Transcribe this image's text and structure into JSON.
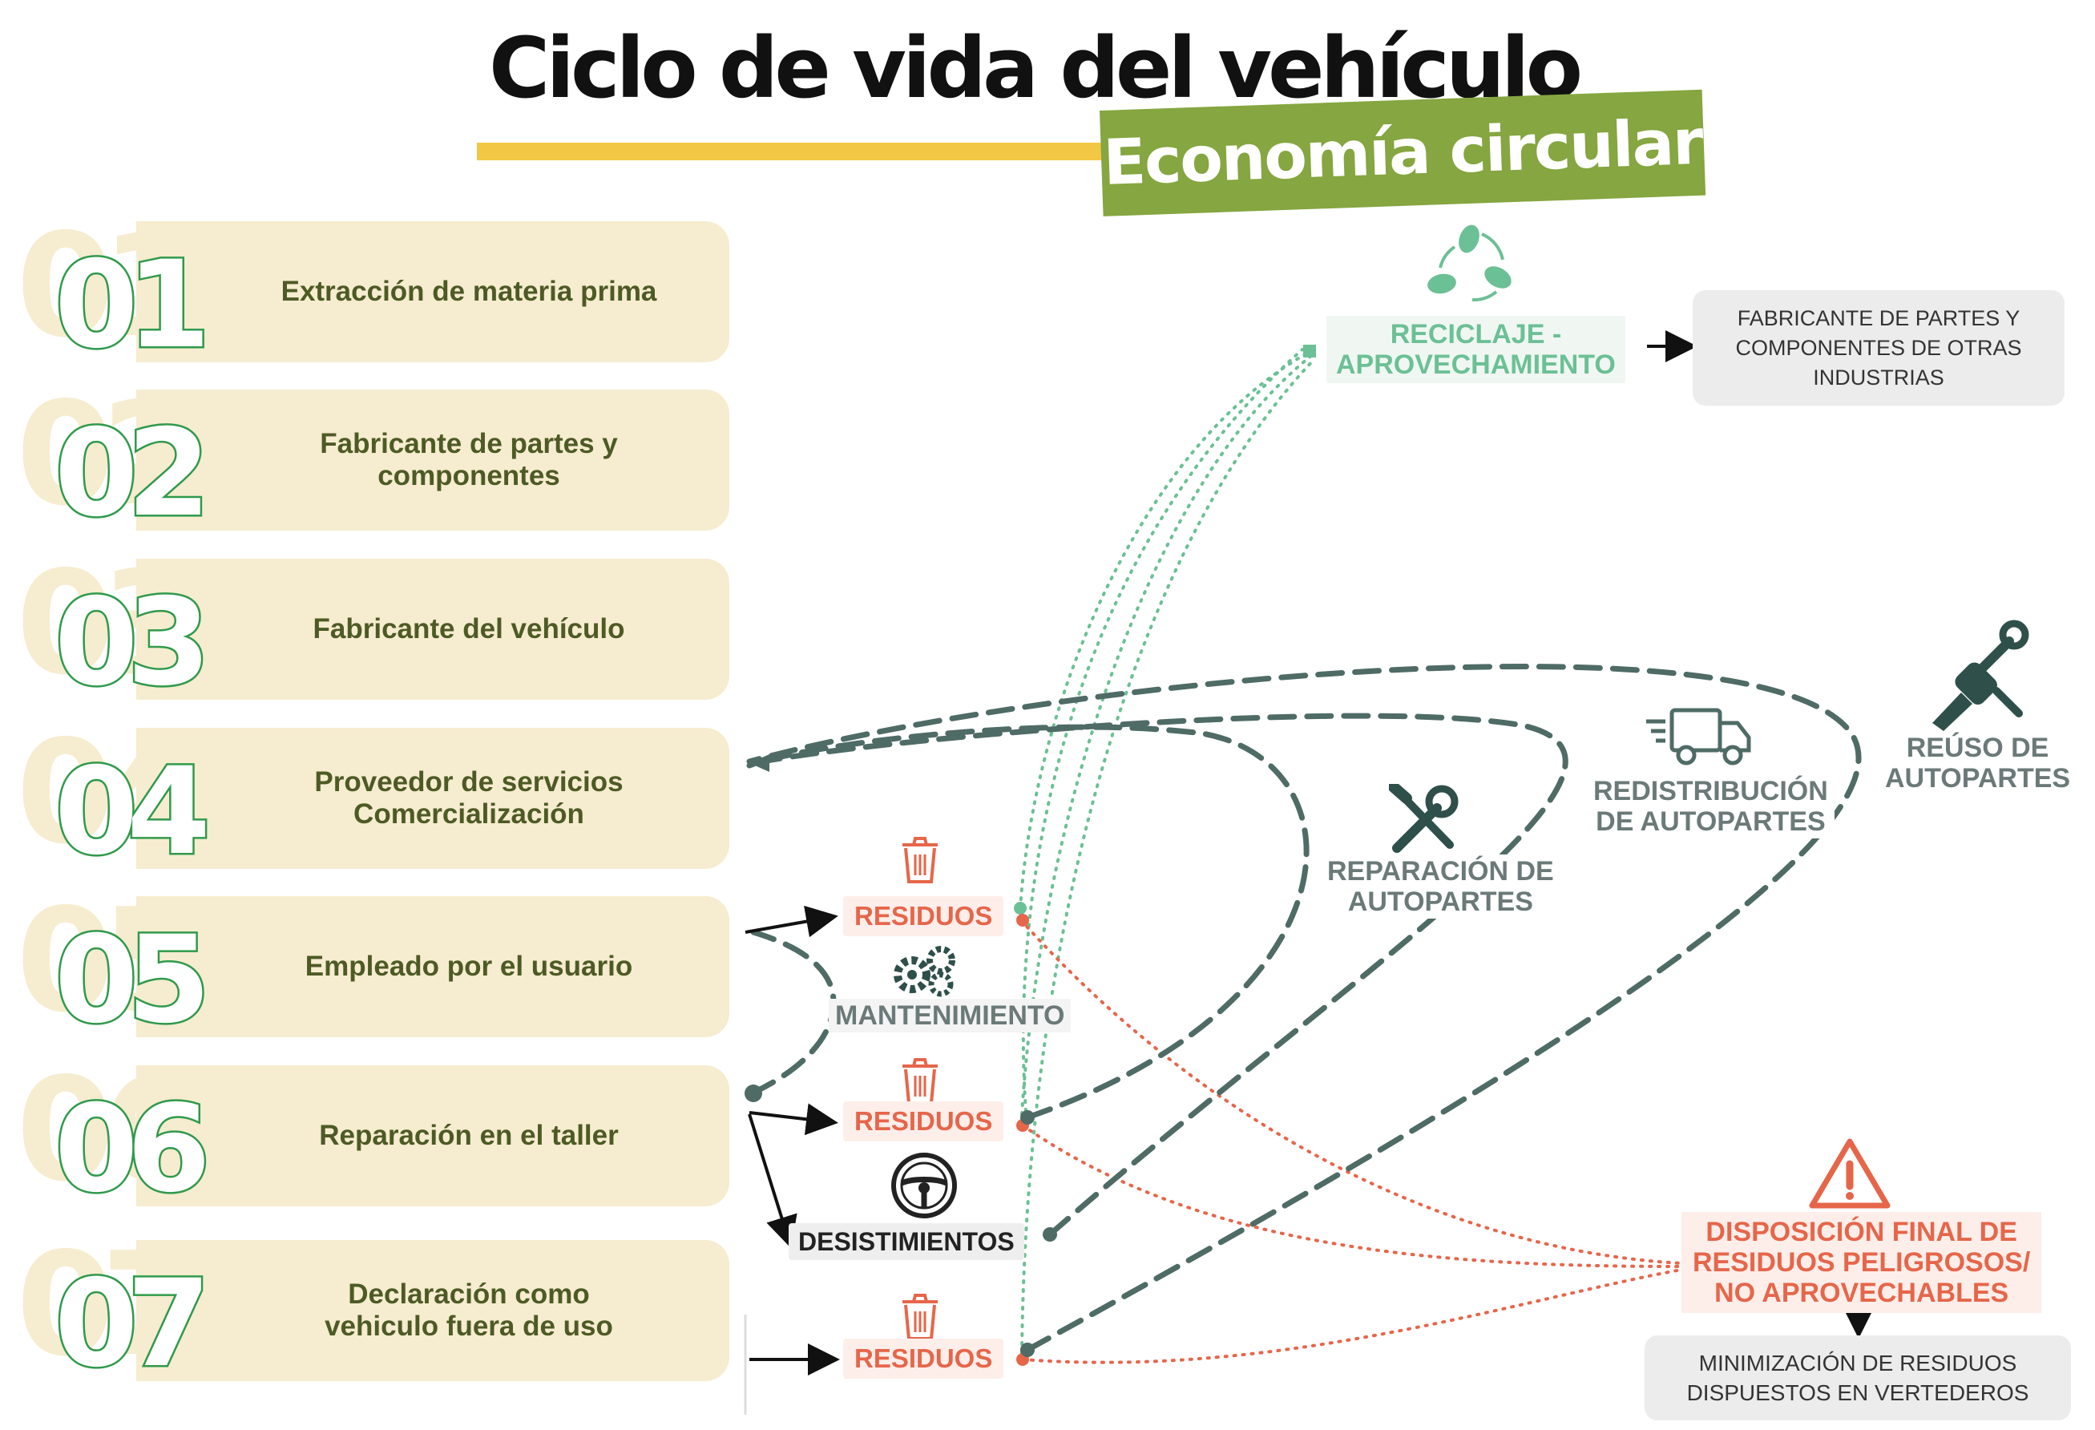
{
  "title": "Ciclo de vida del vehículo",
  "subtitle": "Economía circular",
  "colors": {
    "accent_yellow": "#f2c744",
    "accent_green": "#85a640",
    "stage_number": "#2f9a4b",
    "stage_card": "#f6eccf",
    "stage_text": "#4d5a25",
    "recycle_green": "#6cc095",
    "loop_dark": "#4f6b66",
    "waste_red": "#e6664a"
  },
  "stages": [
    {
      "num": "01",
      "label": "Extracción de materia prima"
    },
    {
      "num": "02",
      "label": "Fabricante de partes y\ncomponentes"
    },
    {
      "num": "03",
      "label": "Fabricante del vehículo"
    },
    {
      "num": "04",
      "label": "Proveedor de servicios\nComercialización"
    },
    {
      "num": "05",
      "label": "Empleado por el usuario"
    },
    {
      "num": "06",
      "label": "Reparación en el taller"
    },
    {
      "num": "07",
      "label": "Declaración como\nvehiculo fuera de uso"
    }
  ],
  "nodes": {
    "recycling": "RECICLAJE -\nAPROVECHAMIENTO",
    "other_industries": "FABRICANTE DE PARTES Y\nCOMPONENTES DE OTRAS\nINDUSTRIAS",
    "parts_repair": "REPARACIÓN DE\nAUTOPARTES",
    "parts_redistribution": "REDISTRIBUCIÓN\nDE AUTOPARTES",
    "parts_reuse": "REÚSO DE\nAUTOPARTES",
    "maintenance": "MANTENIMIENTO",
    "waste_1": "RESIDUOS",
    "waste_2": "RESIDUOS",
    "waste_3": "RESIDUOS",
    "withdrawals": "DESISTIMIENTOS",
    "hazardous_disposal": "DISPOSICIÓN FINAL DE\nRESIDUOS PELIGROSOS/\nNO APROVECHABLES",
    "landfill_min": "MINIMIZACIÓN DE RESIDUOS\nDISPUESTOS EN VERTEDEROS"
  },
  "icons": {
    "recycling": "recycle-leaves-icon",
    "parts_repair": "wrench-screwdriver-icon",
    "parts_redistribution": "delivery-truck-icon",
    "parts_reuse": "hand-wrench-icon",
    "maintenance": "gears-icon",
    "waste": "trash-bin-icon",
    "withdrawals": "steering-wheel-icon",
    "hazardous_disposal": "warning-triangle-icon"
  }
}
